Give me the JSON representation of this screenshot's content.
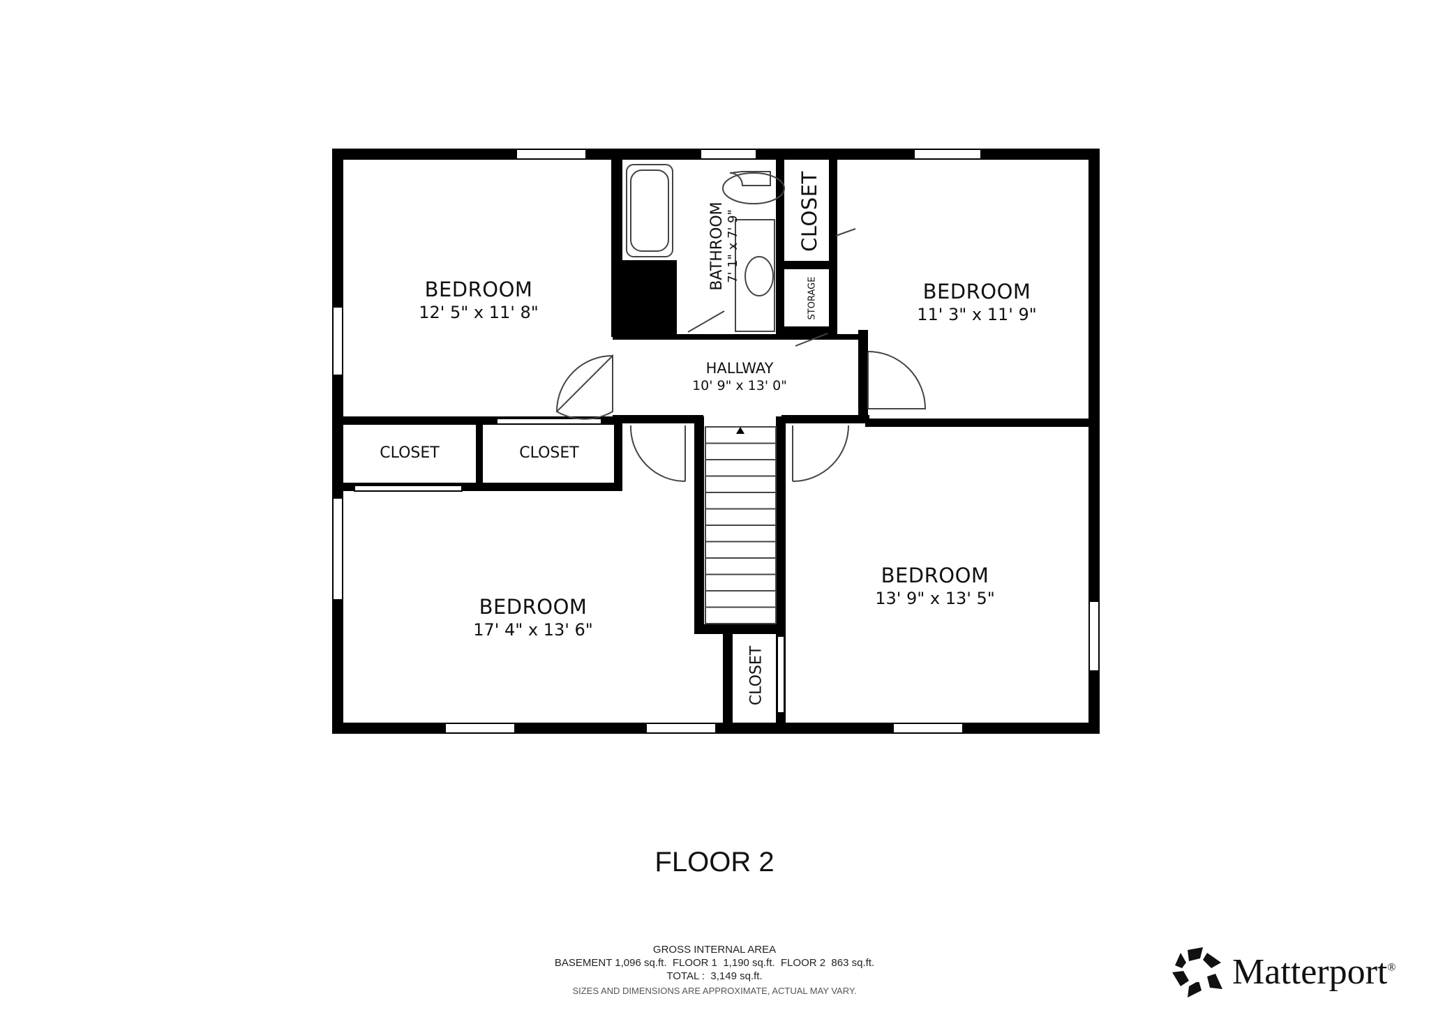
{
  "floor_title": "FLOOR 2",
  "rooms": {
    "bedroom_nw": {
      "name": "BEDROOM",
      "dims": "12' 5\" x 11' 8\""
    },
    "bathroom": {
      "name": "BATHROOM",
      "dims": "7' 1\" x 7' 9\""
    },
    "closet_ne": {
      "name": "CLOSET"
    },
    "storage": {
      "name": "STORAGE"
    },
    "bedroom_ne": {
      "name": "BEDROOM",
      "dims": "11' 3\" x 11' 9\""
    },
    "hallway": {
      "name": "HALLWAY",
      "dims": "10' 9\" x 13' 0\""
    },
    "closet_w1": {
      "name": "CLOSET"
    },
    "closet_w2": {
      "name": "CLOSET"
    },
    "bedroom_sw": {
      "name": "BEDROOM",
      "dims": "17' 4\" x 13' 6\""
    },
    "closet_s": {
      "name": "CLOSET"
    },
    "bedroom_se": {
      "name": "BEDROOM",
      "dims": "13' 9\" x 13' 5\""
    }
  },
  "area": {
    "heading": "GROSS INTERNAL AREA",
    "breakdown": "BASEMENT 1,096 sq.ft.  FLOOR 1  1,190 sq.ft.  FLOOR 2  863 sq.ft.",
    "total": "TOTAL :  3,149 sq.ft.",
    "disclaimer": "SIZES AND DIMENSIONS ARE APPROXIMATE, ACTUAL MAY VARY."
  },
  "brand": {
    "name": "Matterport",
    "trademark": "®",
    "logo_icon": "matterport-logo-icon"
  },
  "colors": {
    "wall": "#000000",
    "background": "#ffffff",
    "fixture_stroke": "#444444"
  }
}
